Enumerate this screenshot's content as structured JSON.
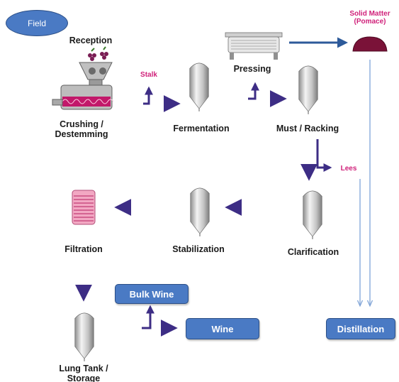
{
  "nodes": {
    "field": "Field",
    "reception": "Reception",
    "crushing_line1": "Crushing /",
    "crushing_line2": "Destemming",
    "fermentation": "Fermentation",
    "pressing": "Pressing",
    "must_racking": "Must / Racking",
    "clarification": "Clarification",
    "stabilization": "Stabilization",
    "filtration": "Filtration",
    "lung_tank_line1": "Lung Tank /",
    "lung_tank_line2": "Storage"
  },
  "byproducts": {
    "stalk": "Stalk",
    "solid_matter_line1": "Solid Matter",
    "solid_matter_line2": "(Pomace)",
    "lees": "Lees"
  },
  "outputs": {
    "bulk_wine": "Bulk Wine",
    "wine": "Wine",
    "distillation": "Distillation"
  },
  "colors": {
    "box_fill": "#4a7ac4",
    "box_border": "#2c4f86",
    "process_arrow": "#4b3a8c",
    "byproduct_label": "#d0217a",
    "waste_line": "#8fb1dd",
    "tank_body": "#b8b8b8",
    "filter_pink": "#e77aa3",
    "pomace": "#7a1238"
  }
}
